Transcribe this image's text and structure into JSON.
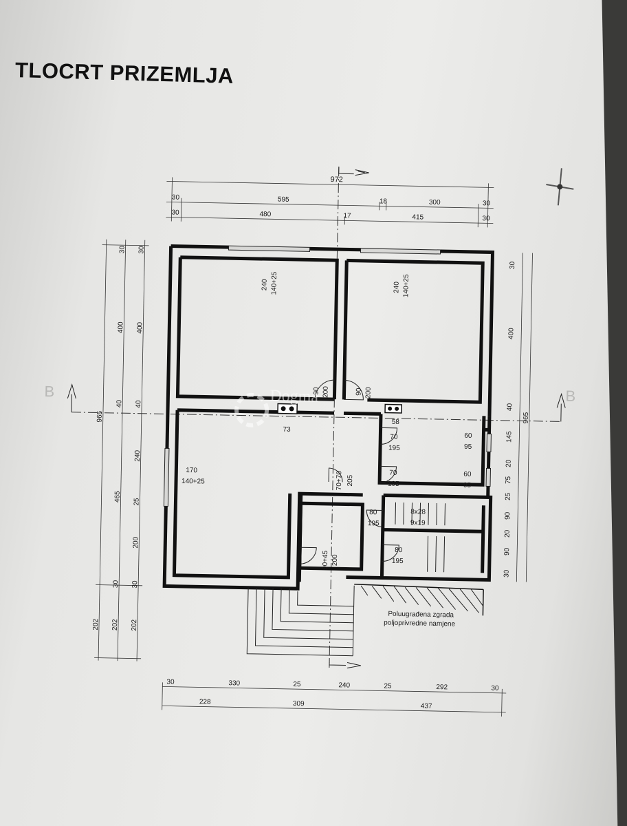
{
  "title": "TLOCRT PRIZEMLJA",
  "watermark": "Dogma",
  "neighbor_note": [
    "Poluugrađena zgrada",
    "poljoprivredne namjene"
  ],
  "section_marks": [
    "B",
    "B"
  ],
  "top_dims": {
    "overall": "972",
    "row1": [
      "30",
      "595",
      "18",
      "300",
      "30"
    ],
    "row2": [
      "30",
      "480",
      "17",
      "415",
      "30"
    ]
  },
  "bottom_dims": {
    "row1": [
      "30",
      "330",
      "25",
      "240",
      "25",
      "292",
      "30"
    ],
    "row2": [
      "228",
      "309",
      "437"
    ]
  },
  "left_dims": {
    "col_overall": "965",
    "col_a": [
      "30",
      "400",
      "40",
      "465",
      "30",
      "202"
    ],
    "col_b": [
      "30",
      "400",
      "40",
      "240",
      "25",
      "200",
      "30",
      "202"
    ],
    "col_c": "202"
  },
  "right_dims": {
    "col_overall": "965",
    "col_a": [
      "30",
      "400",
      "40",
      "145",
      "20",
      "75",
      "25",
      "90",
      "20",
      "90",
      "30"
    ]
  },
  "openings": {
    "win_room1": [
      "240",
      "140+25"
    ],
    "win_room2": [
      "240",
      "140+25"
    ],
    "win_living": [
      "170",
      "140+25"
    ],
    "door_room1": [
      "90",
      "200"
    ],
    "door_room2": [
      "90",
      "200"
    ],
    "door_hall": [
      "70+70",
      "205"
    ],
    "door_entry": [
      "90+45",
      "200"
    ],
    "misc_73": "73",
    "misc_58": "58",
    "door_k1": [
      "70",
      "195"
    ],
    "door_k2": [
      "70",
      "195"
    ],
    "win_k1": [
      "60",
      "95"
    ],
    "win_k2": [
      "60",
      "95"
    ],
    "door_s1": [
      "80",
      "195"
    ],
    "door_s2": [
      "80",
      "195"
    ],
    "stairs": [
      "8x28",
      "9x19"
    ]
  }
}
